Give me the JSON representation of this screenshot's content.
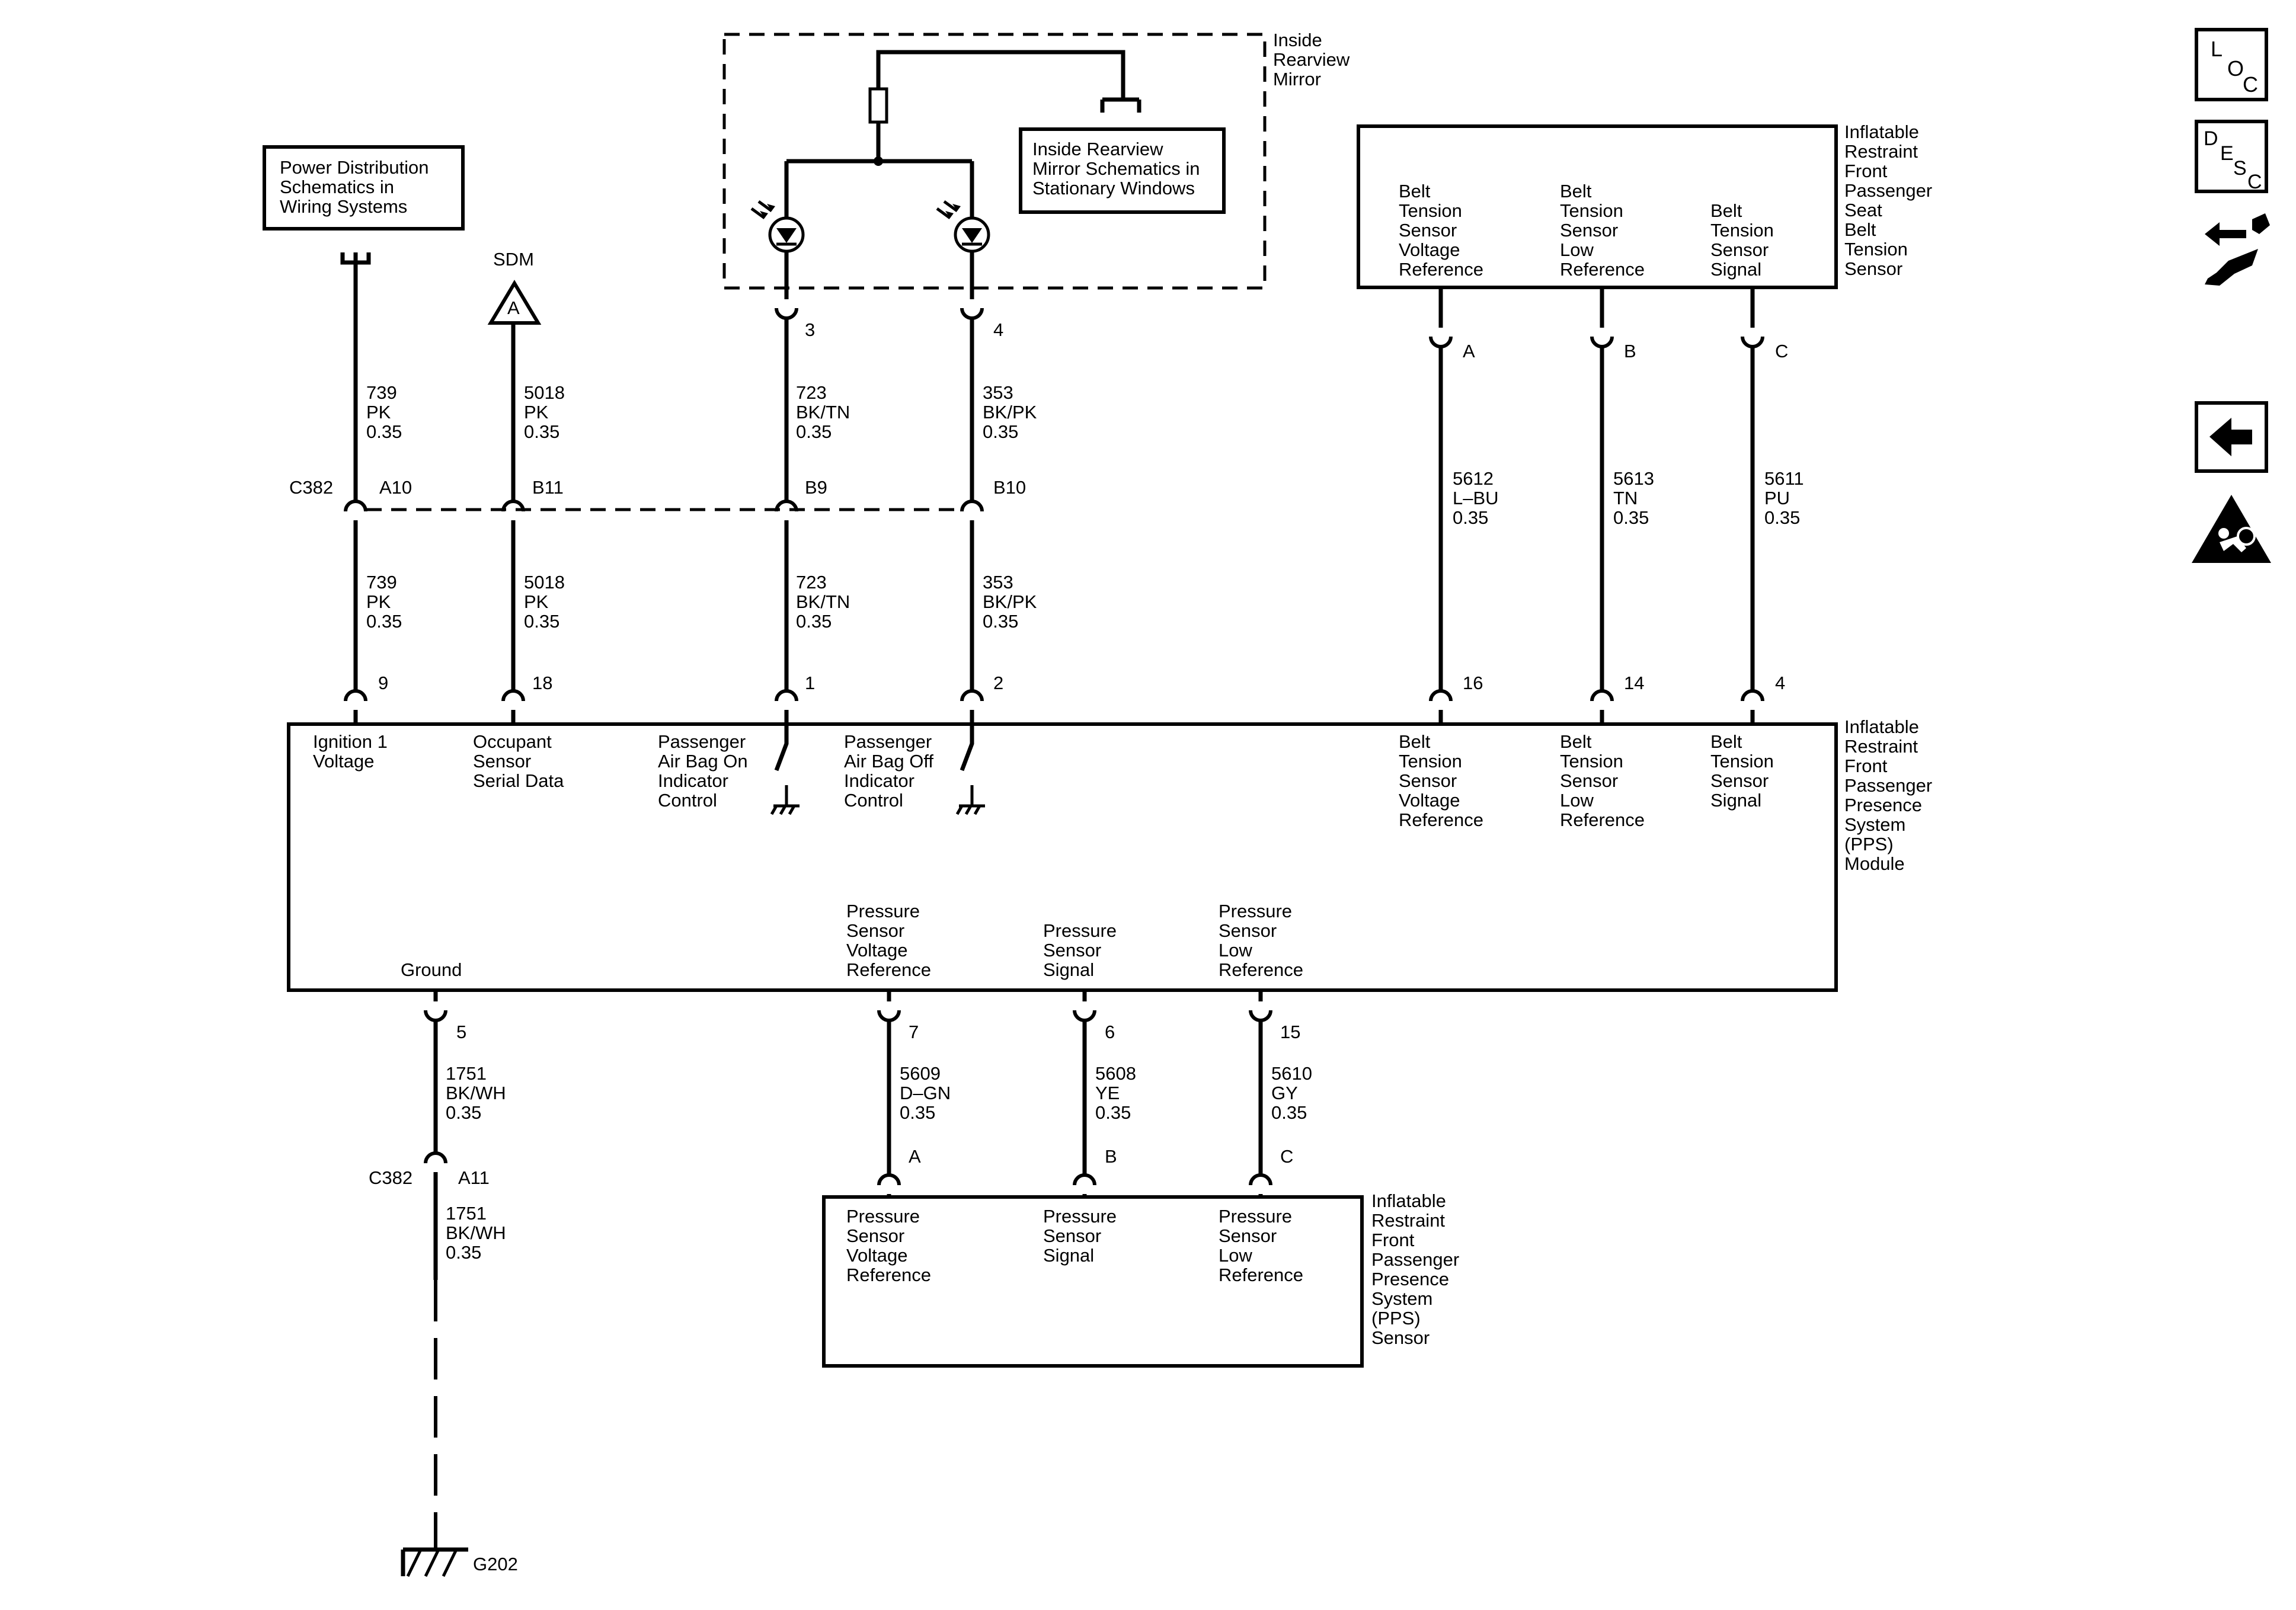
{
  "nav": {
    "loc": {
      "l": "L",
      "o": "O",
      "c": "C"
    },
    "desc": {
      "d": "D",
      "e": "E",
      "s": "S",
      "c": "C"
    }
  },
  "top": {
    "power_dist": [
      "Power Distribution",
      "Schematics in",
      "Wiring Systems"
    ],
    "sdm": "SDM",
    "sdm_ref": "A",
    "mirror_title": [
      "Inside",
      "Rearview",
      "Mirror"
    ],
    "mirror_box": [
      "Inside Rearview",
      "Mirror Schematics in",
      "Stationary Windows"
    ],
    "belt_sensor_title": [
      "Inflatable",
      "Restraint",
      "Front",
      "Passenger",
      "Seat",
      "Belt",
      "Tension",
      "Sensor"
    ],
    "belt_sensor_labels": [
      [
        "Belt",
        "Tension",
        "Sensor",
        "Voltage",
        "Reference"
      ],
      [
        "Belt",
        "Tension",
        "Sensor",
        "Low",
        "Reference"
      ],
      [
        "Belt",
        "Tension",
        "Sensor",
        "Signal"
      ]
    ]
  },
  "connector": {
    "name": "C382",
    "pins": [
      "A10",
      "B11",
      "B9",
      "B10"
    ],
    "ground_pin": "A11"
  },
  "mirror_pins": [
    "3",
    "4"
  ],
  "belt_pins": [
    "A",
    "B",
    "C"
  ],
  "wires": {
    "w739": [
      "739",
      "PK",
      "0.35"
    ],
    "w5018": [
      "5018",
      "PK",
      "0.35"
    ],
    "w723": [
      "723",
      "BK/TN",
      "0.35"
    ],
    "w353": [
      "353",
      "BK/PK",
      "0.35"
    ],
    "w5612": [
      "5612",
      "L–BU",
      "0.35"
    ],
    "w5613": [
      "5613",
      "TN",
      "0.35"
    ],
    "w5611": [
      "5611",
      "PU",
      "0.35"
    ],
    "w1751": [
      "1751",
      "BK/WH",
      "0.35"
    ],
    "w5609": [
      "5609",
      "D–GN",
      "0.35"
    ],
    "w5608": [
      "5608",
      "YE",
      "0.35"
    ],
    "w5610": [
      "5610",
      "GY",
      "0.35"
    ]
  },
  "module": {
    "title": [
      "Inflatable",
      "Restraint",
      "Front",
      "Passenger",
      "Presence",
      "System",
      "(PPS)",
      "Module"
    ],
    "top_pins": [
      "9",
      "18",
      "1",
      "2",
      "16",
      "14",
      "4"
    ],
    "labels": {
      "ign": [
        "Ignition 1",
        "Voltage"
      ],
      "occ": [
        "Occupant",
        "Sensor",
        "Serial Data"
      ],
      "on": [
        "Passenger",
        "Air Bag On",
        "Indicator",
        "Control"
      ],
      "off": [
        "Passenger",
        "Air Bag Off",
        "Indicator",
        "Control"
      ],
      "btv": [
        "Belt",
        "Tension",
        "Sensor",
        "Voltage",
        "Reference"
      ],
      "btl": [
        "Belt",
        "Tension",
        "Sensor",
        "Low",
        "Reference"
      ],
      "bts": [
        "Belt",
        "Tension",
        "Sensor",
        "Signal"
      ],
      "gnd": [
        "Ground"
      ],
      "psv": [
        "Pressure",
        "Sensor",
        "Voltage",
        "Reference"
      ],
      "pss": [
        "Pressure",
        "Sensor",
        "Signal"
      ],
      "psl": [
        "Pressure",
        "Sensor",
        "Low",
        "Reference"
      ]
    },
    "bottom_pins": [
      "5",
      "7",
      "6",
      "15"
    ]
  },
  "pps_sensor": {
    "title": [
      "Inflatable",
      "Restraint",
      "Front",
      "Passenger",
      "Presence",
      "System",
      "(PPS)",
      "Sensor"
    ],
    "pins": [
      "A",
      "B",
      "C"
    ],
    "labels": [
      [
        "Pressure",
        "Sensor",
        "Voltage",
        "Reference"
      ],
      [
        "Pressure",
        "Sensor",
        "Signal"
      ],
      [
        "Pressure",
        "Sensor",
        "Low",
        "Reference"
      ]
    ]
  },
  "ground": "G202"
}
